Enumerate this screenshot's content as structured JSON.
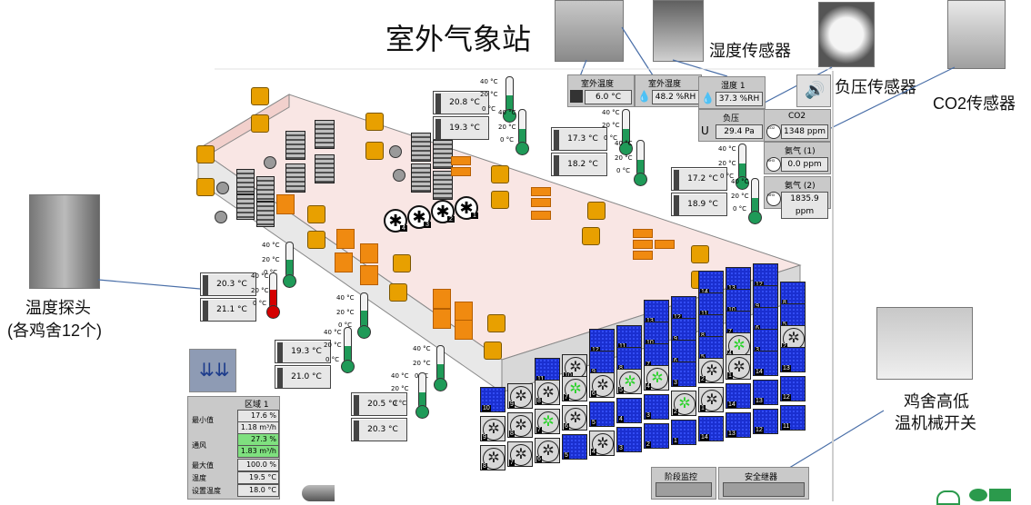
{
  "captions": {
    "weather_station": "室外气象站",
    "humidity_sensor": "湿度传感器",
    "pressure_sensor": "负压传感器",
    "co2_sensor": "CO2传感器",
    "temp_probe_line1": "温度探头",
    "temp_probe_line2": "(各鸡舍12个)",
    "switch_line1": "鸡舍高低",
    "switch_line2": "温机械开关"
  },
  "sensors": {
    "outdoor_temp": {
      "label": "室外温度",
      "value": "6.0 °C"
    },
    "outdoor_humidity": {
      "label": "室外湿度",
      "value": "48.2 %RH"
    },
    "humidity1": {
      "label": "湿度 1",
      "value": "37.3 %RH"
    },
    "pressure": {
      "label": "负压",
      "value": "29.4 Pa"
    },
    "co2": {
      "label": "CO2",
      "value": "1348 ppm"
    },
    "ammonia1": {
      "label": "氨气 (1)",
      "value": "0.0 ppm"
    },
    "ammonia2": {
      "label": "氨气 (2)",
      "value": "1835.9 ppm"
    },
    "co2_small": "CO2",
    "nh3_small": "NH3"
  },
  "temps": [
    {
      "value": "20.8 °C"
    },
    {
      "value": "19.3 °C"
    },
    {
      "value": "17.3 °C"
    },
    {
      "value": "18.2 °C"
    },
    {
      "value": "17.2 °C"
    },
    {
      "value": "18.9 °C"
    },
    {
      "value": "20.3 °C"
    },
    {
      "value": "21.1 °C"
    },
    {
      "value": "19.3 °C"
    },
    {
      "value": "21.0 °C"
    },
    {
      "value": "20.5 °C"
    },
    {
      "value": "20.3 °C"
    }
  ],
  "therm_ticks": [
    "40 °C",
    "20 °C",
    "0 °C"
  ],
  "fans_center": [
    "4",
    "3",
    "2",
    "1"
  ],
  "zone": {
    "title": "区域 1",
    "min_label": "最小值",
    "min_pct": "17.6 %",
    "min_flow": "1.18 m³/h",
    "vent_label": "通风",
    "vent_pct": "27.3 %",
    "vent_flow": "1.83 m³/h",
    "max_label": "最大值",
    "max_pct": "100.0 %",
    "temp_label": "温度",
    "temp_value": "19.5 °C",
    "set_label": "设置温度",
    "set_value": "18.0 °C"
  },
  "buttons": {
    "stage_monitor": "阶段监控",
    "safety": "安全继器"
  },
  "fan_wall_numbers": [
    "14",
    "13",
    "12",
    "11",
    "10",
    "9",
    "8",
    "7",
    "6",
    "5",
    "4",
    "3",
    "2",
    "1"
  ],
  "colors": {
    "accent_green": "#1f9a58",
    "alarm_red": "#d40000",
    "fan_blue": "#1a2fd0",
    "heater_yellow": "#e8a000",
    "vent_orange": "#f08a10"
  }
}
